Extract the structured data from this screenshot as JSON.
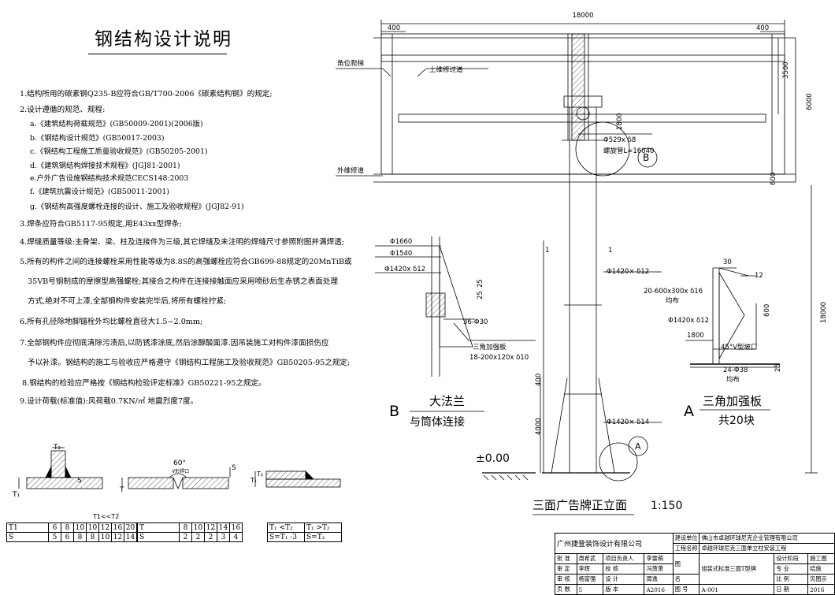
{
  "title": "钢结构设计说明",
  "notes": [
    "1.结构所用的碳素钢Q235-B应符合GB/T700-2006《碳素结构钢》的规定;",
    "2.设计遵循的规范、规程:",
    "a.《建筑结构荷载规范》(GB50009-2001)(2006版)",
    "b.《钢结构设计规范》(GB50017-2003)",
    "c.《钢结构工程施工质量验收规范》(GB50205-2001)",
    "d.《建筑钢结构焊接技术规程》(JGJ81-2001)",
    "e.户外广告设施钢结构技术规范CECS148:2003",
    "f.《建筑抗震设计规范》(GB50011-2001)",
    "g.《钢结构高强度螺栓连接的设计、施工及验收规程》(JGJ82-91)",
    "3.焊条应符合GB5117-95规定,用E43xx型焊条;",
    "4.焊缝质量等级:主骨架、梁、柱及连接件为三级,其它焊缝及未注明的焊缝尺寸参照附图并满焊透;",
    "5.所有的构件之间的连接螺栓采用性能等级为8.8S的高强螺栓应符合GB699-88规定的20MnTiB或",
    "35VB号钢制成的摩擦型高强螺栓;其接合之构件在连接接触面应采用喷砂后生赤锈之表面处理",
    "方式,绝对不可上漆,全部钢构件安装完毕后,将所有螺栓拧紧;",
    "6.所有孔径除地脚锚栓外均比螺栓直径大1.5~2.0mm;",
    "7.全部钢构件应彻底清除污渍后,以防锈漆涂底,然后涂醇酸面漆.因吊装施工对构件漆面损伤应",
    "予以补漆。钢结构的施工与验收应严格遵守《钢结构工程施工及验收规范》GB50205-95之规定;",
    "8.钢结构的检验应严格按《钢结构检验评定标准》GB50221-95之规定。",
    "9.设计荷载(标准值):风荷载0.7KN/㎡ 地震烈度7度。"
  ],
  "weld_tables": {
    "t1": {
      "cond": "T1<<T2",
      "rows": [
        [
          "T1",
          "6",
          "8",
          "10",
          "10",
          "12",
          "16",
          "20"
        ],
        [
          "S",
          "5",
          "6",
          "8",
          "8",
          "10",
          "12",
          "14"
        ]
      ]
    },
    "t2": {
      "rows": [
        [
          "T",
          "8",
          "10",
          "12",
          "14",
          "16"
        ],
        [
          "S",
          "2",
          "2",
          "2",
          "3",
          "4"
        ]
      ]
    },
    "t3": {
      "rows": [
        [
          "T₁ <T₂",
          "T₁ >T₂"
        ],
        [
          "S=T₁ -3",
          "S=T₂"
        ]
      ]
    },
    "labels": {
      "angle": "60°",
      "v_groove": "V形焊口",
      "S": "S",
      "T": "T",
      "T1": "T₁",
      "T2": "T₂"
    }
  },
  "elevation": {
    "dim_18000": "18000",
    "dim_400l": "400",
    "dim_400r": "400",
    "dim_3500": "3500",
    "dim_6000": "6000",
    "dim_600": "600",
    "dim_1800": "1800",
    "dim_18000v": "18000",
    "dim_400": "400",
    "dim_4000": "4000",
    "ladder": "角位爬梯",
    "upper_walk": "上维修过道",
    "outer_walk": "外维修道",
    "pipe1": "Φ529x δ8",
    "pipe2": "螺旋管L=16040",
    "sec1": "Φ1420× δ12",
    "sec2": "Φ1420× δ14",
    "tag_b": "B",
    "tag_a": "A",
    "tag_1": "1",
    "zero": "±0.00",
    "caption": "三面广告牌正立面",
    "scale": "1:150"
  },
  "detail_b": {
    "d1": "Φ1660",
    "d2": "Φ1540",
    "d3": "Φ1420x δ12",
    "dim_25a": "25",
    "dim_25b": "25",
    "holes": "36-Φ30",
    "rib_name": "三角加强板",
    "rib_spec": "18-200x120x δ10",
    "letter": "B",
    "title": "大法兰",
    "subtitle": "与筒体连接"
  },
  "detail_a": {
    "dim_30": "30",
    "dim_12": "12",
    "plate": "20-600x300x δ16",
    "even": "均布",
    "dim_600": "600",
    "pipe": "Φ1420x δ12",
    "dim_1800": "1800",
    "groove": "45°V型坡口",
    "bolts": "24-Φ38",
    "even2": "均布",
    "dim_25": "25",
    "letter": "A",
    "title": "三角加强板",
    "subtitle": "共20块"
  },
  "title_block": {
    "company": "广州捷登装饰设计有限公司",
    "build_unit_label": "建设单位",
    "build_unit": "佛山市卓越环球尼克企业管理有限公司",
    "project_label": "工程名称",
    "project": "卓越环球尼克三面单立柱安装工程",
    "r1": [
      "批 准",
      "周希武",
      "项目负责人",
      "李雷萌"
    ],
    "r2": [
      "审 定",
      "李辉",
      "校 核",
      "冯萧萧"
    ],
    "r3": [
      "审 核",
      "杨富强",
      "设 计",
      "周逸"
    ],
    "r4": [
      "页 数",
      "5",
      "版 本",
      "A2016"
    ],
    "fig_label": "图",
    "name_label": "名",
    "fig_no_label": "图 号",
    "drawing_name": "组装式标准三面T型牌",
    "drawing_no": "A-001",
    "stage_label": "设计阶段",
    "stage": "施工图",
    "major_label": "专 业",
    "major": "结施",
    "scale_label": "比 例",
    "scale": "见图示",
    "date_label": "日 期",
    "date": "2016"
  }
}
